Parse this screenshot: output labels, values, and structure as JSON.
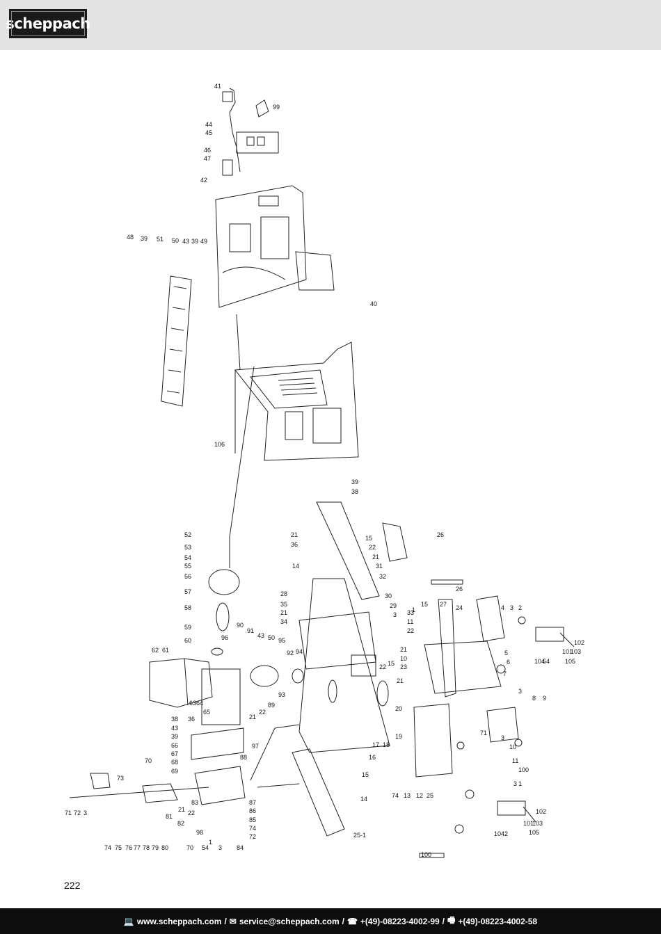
{
  "header": {
    "brand": "scheppach"
  },
  "page_number": "222",
  "footer": {
    "web_icon": "monitor-icon",
    "web": "www.scheppach.com",
    "mail_icon": "envelope-icon",
    "mail": "service@scheppach.com",
    "phone_icon": "phone-icon",
    "phone": "+(49)-08223-4002-99",
    "fax_icon": "fax-icon",
    "fax": "+(49)-08223-4002-58"
  },
  "diagram": {
    "labels": [
      "41",
      "99",
      "44",
      "45",
      "46",
      "47",
      "42",
      "48",
      "39",
      "51",
      "50",
      "43",
      "39",
      "49",
      "40",
      "106",
      "39",
      "38",
      "52",
      "53",
      "54",
      "55",
      "56",
      "57",
      "58",
      "59",
      "60",
      "61",
      "62",
      "90",
      "91",
      "96",
      "43",
      "50",
      "95",
      "92",
      "94",
      "93",
      "89",
      "22",
      "21",
      "63",
      "64",
      "65",
      "36",
      "38",
      "43",
      "39",
      "66",
      "67",
      "68",
      "69",
      "97",
      "88",
      "70",
      "73",
      "71",
      "72",
      "3",
      "74",
      "75",
      "76",
      "77",
      "78",
      "79",
      "80",
      "81",
      "82",
      "83",
      "22",
      "21",
      "87",
      "86",
      "85",
      "74",
      "72",
      "84",
      "3",
      "54",
      "70",
      "98",
      "1",
      "21",
      "36",
      "14",
      "15",
      "22",
      "21",
      "31",
      "32",
      "30",
      "29",
      "3",
      "28",
      "35",
      "21",
      "34",
      "33",
      "11",
      "22",
      "21",
      "10",
      "23",
      "15",
      "22",
      "21",
      "20",
      "19",
      "18",
      "17",
      "16",
      "15",
      "14",
      "25-1",
      "26",
      "26",
      "27",
      "24",
      "15",
      "1",
      "2",
      "3",
      "4",
      "5",
      "6",
      "7",
      "3",
      "8",
      "9",
      "3",
      "10",
      "11",
      "100",
      "102",
      "103",
      "101",
      "105",
      "104",
      "54",
      "71",
      "74",
      "13",
      "12",
      "25",
      "100",
      "102",
      "103",
      "101",
      "105",
      "104",
      "2",
      "3",
      "1"
    ]
  }
}
